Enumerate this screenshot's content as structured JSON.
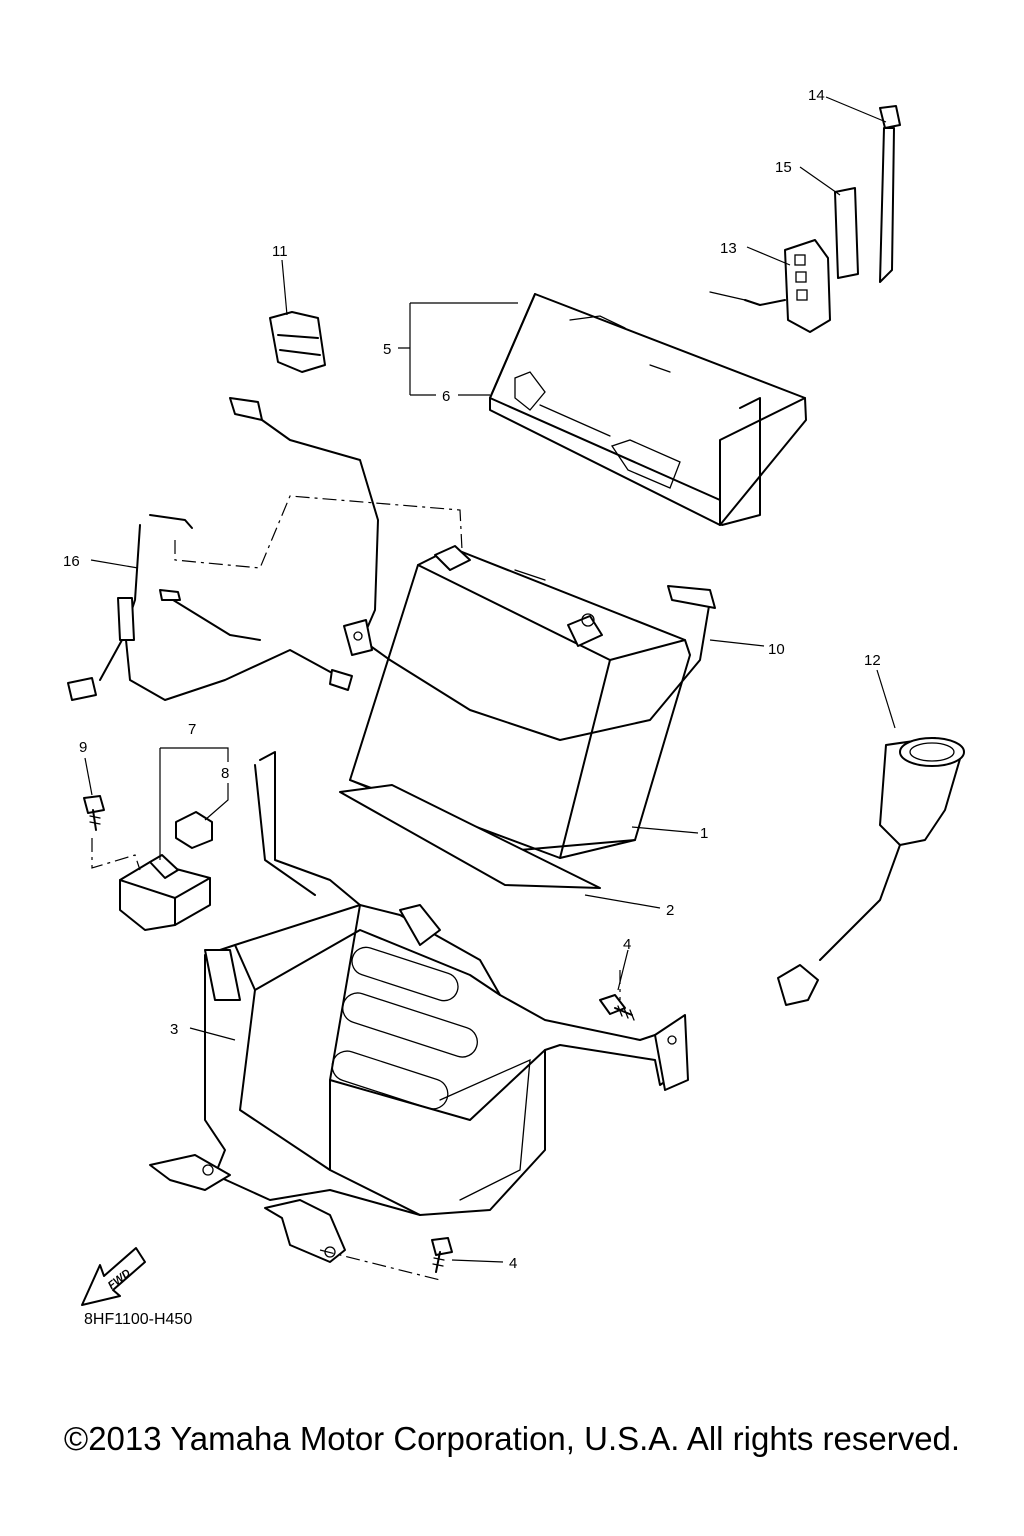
{
  "diagram": {
    "callouts": [
      "1",
      "2",
      "3",
      "4",
      "4",
      "5",
      "6",
      "7",
      "8",
      "9",
      "10",
      "11",
      "12",
      "13",
      "14",
      "15",
      "16"
    ],
    "direction_badge": "FWD",
    "diagram_code": "8HF1100-H450",
    "copyright": "©2013 Yamaha Motor Corporation, U.S.A. All rights reserved."
  }
}
